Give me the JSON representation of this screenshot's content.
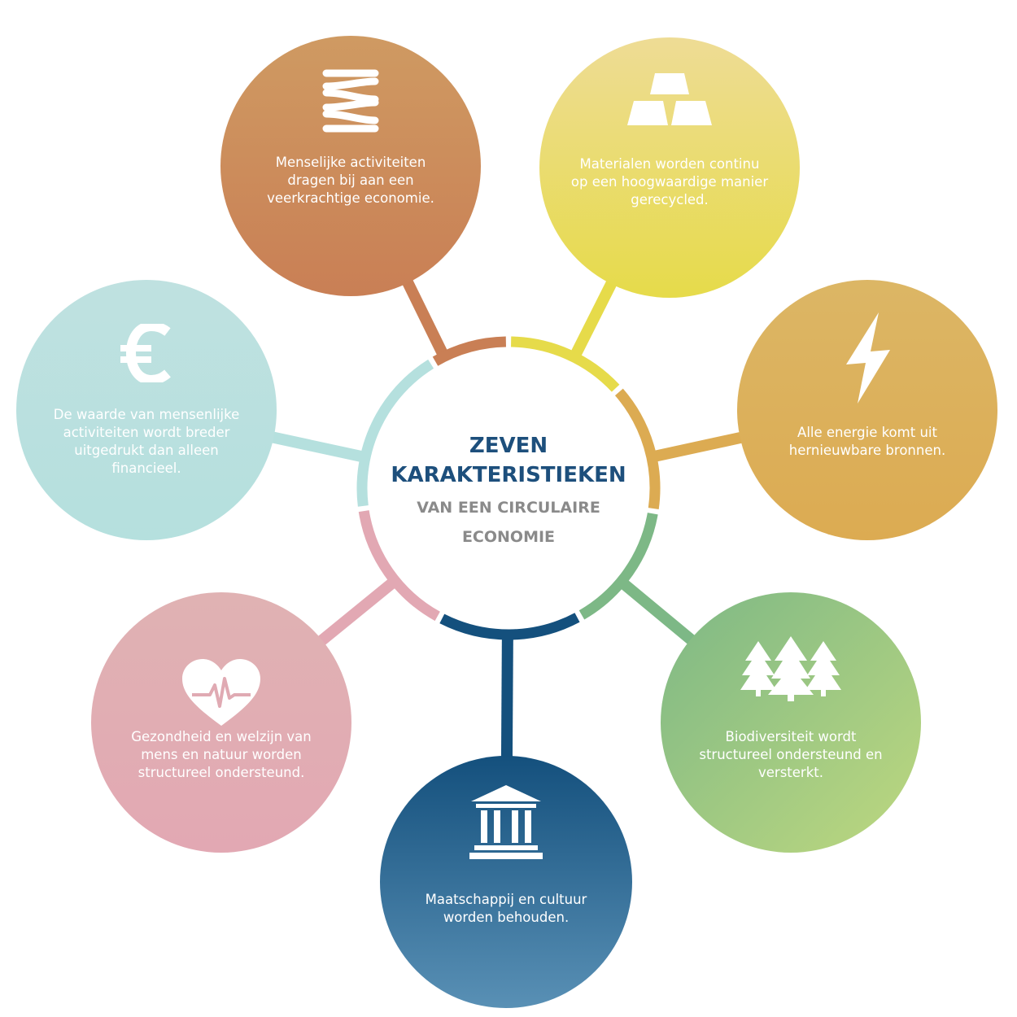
{
  "center": {
    "title_line1": "ZEVEN",
    "title_line2": "KARAKTERISTIEKEN",
    "subtitle_line1": "VAN EEN CIRCULAIRE",
    "subtitle_line2": "ECONOMIE"
  },
  "items": [
    {
      "id": "activiteiten",
      "icon": "spring-icon",
      "text": "Menselijke activiteiten dragen bij aan een veerkrachtige economie.",
      "color": "#c97f55",
      "color_light": "#cf9a62"
    },
    {
      "id": "materialen",
      "icon": "gold-bars-icon",
      "text": "Materialen worden continu op een hoogwaardige manier gerecycled.",
      "color": "#e6db4a",
      "color_light": "#eedc95"
    },
    {
      "id": "energie",
      "icon": "lightning-icon",
      "text": "Alle energie komt uit hernieuwbare bronnen.",
      "color": "#dcab52",
      "color_light": "#dcb665"
    },
    {
      "id": "biodiversiteit",
      "icon": "trees-icon",
      "text": "Biodiversiteit wordt structureel ondersteund en versterkt.",
      "color": "#7db886",
      "color_light": "#bed87f"
    },
    {
      "id": "maatschappij",
      "icon": "museum-icon",
      "text": "Maatschappij en cultuur worden behouden.",
      "color": "#14507d",
      "color_light": "#5990b5"
    },
    {
      "id": "gezondheid",
      "icon": "heart-pulse-icon",
      "text": "Gezondheid en welzijn van mens en natuur worden structureel ondersteund.",
      "color": "#e2a8b3",
      "color_light": "#e0b2b3"
    },
    {
      "id": "waarde",
      "icon": "euro-icon",
      "text": "De waarde van mensenlijke activiteiten wordt breder uitgedrukt dan alleen financieel.",
      "color": "#b5e0de",
      "color_light": "#bfe1e0"
    }
  ]
}
